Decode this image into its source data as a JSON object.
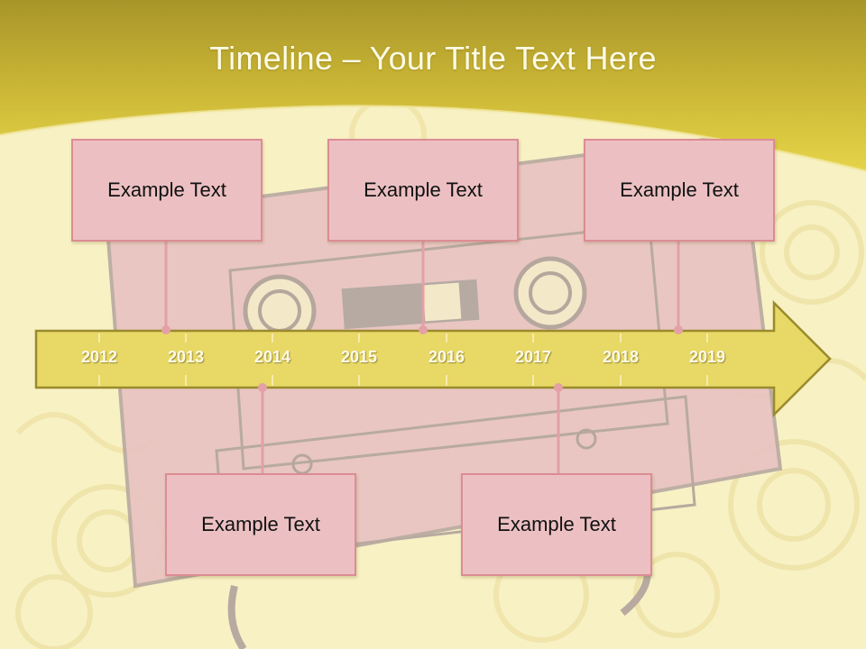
{
  "slide": {
    "title": "Timeline – Your Title Text Here",
    "years": [
      "2012",
      "2013",
      "2014",
      "2015",
      "2016",
      "2017",
      "2018",
      "2019"
    ],
    "events_above": [
      {
        "text": "Example Text"
      },
      {
        "text": "Example Text"
      },
      {
        "text": "Example Text"
      }
    ],
    "events_below": [
      {
        "text": "Example Text"
      },
      {
        "text": "Example Text"
      }
    ]
  },
  "colors": {
    "header": "#c8b22e",
    "background": "#f7f1c4",
    "arrow_fill": "#e8d866",
    "arrow_border": "#9a8a2c",
    "box_fill": "#ecc0c2",
    "box_border": "#dc8c94",
    "connector": "#e3a0a6"
  }
}
